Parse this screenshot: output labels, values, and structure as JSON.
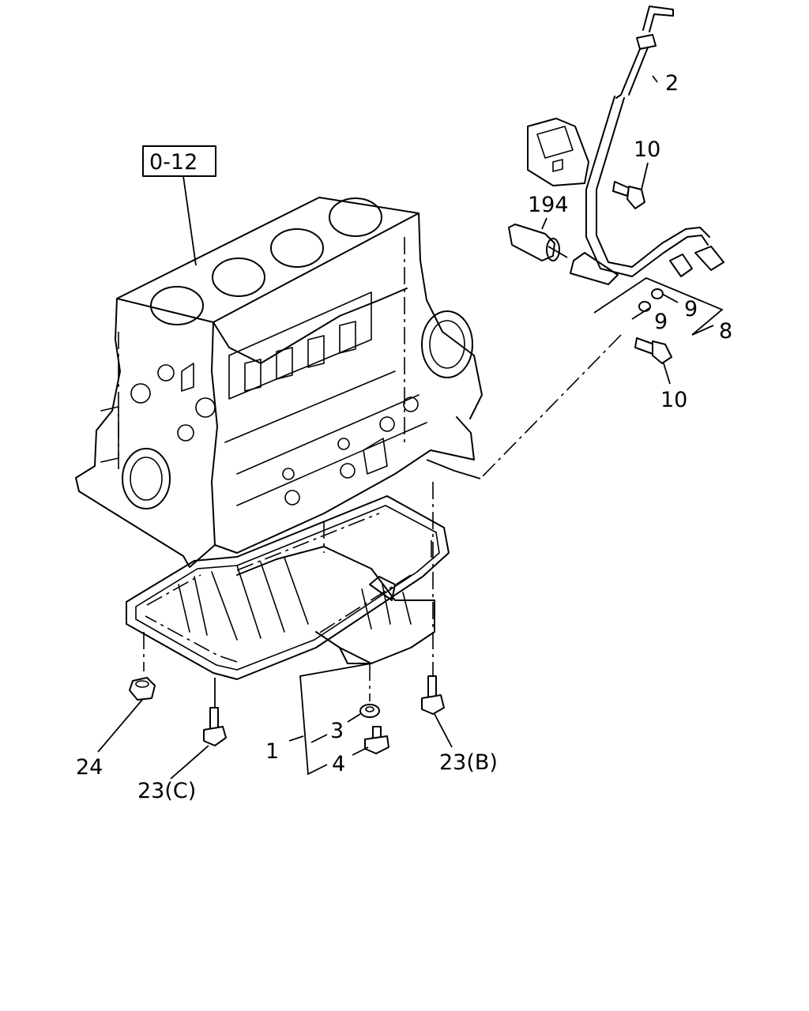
{
  "diagram": {
    "reference_box": "0-12",
    "callouts": {
      "c2": "2",
      "c10a": "10",
      "c194": "194",
      "c9a": "9",
      "c9b": "9",
      "c8": "8",
      "c10b": "10",
      "c1": "1",
      "c3": "3",
      "c4": "4",
      "c24": "24",
      "c23c": "23(C)",
      "c23b": "23(B)"
    }
  }
}
